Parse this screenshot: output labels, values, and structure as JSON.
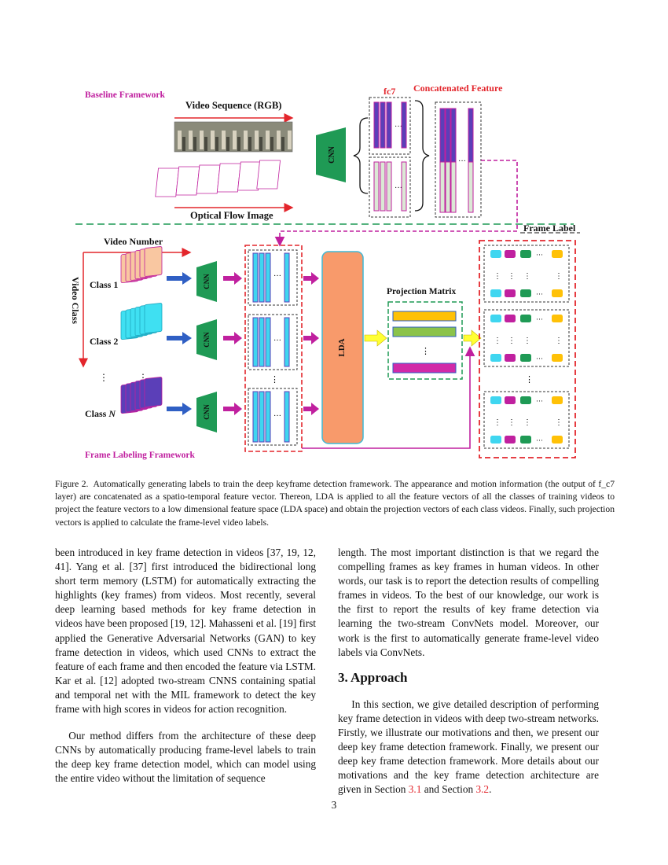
{
  "figure": {
    "baseline_title": "Baseline Framework",
    "video_seq_label": "Video Sequence (RGB)",
    "optical_flow_label": "Optical Flow Image",
    "cnn": "CNN",
    "fc7": "fc7",
    "concat_label": "Concatenated Feature",
    "video_number": "Video Number",
    "video_class": "Video Class",
    "frame_label": "Frame Label",
    "class1": "Class 1",
    "class2": "Class 2",
    "classN": "Class N",
    "lda": "LDA",
    "projection_matrix": "Projection Matrix",
    "labeling_title": "Frame Labeling Framework",
    "colors": {
      "magenta": "#c0209f",
      "red": "#e3262c",
      "green": "#1f9a55",
      "cyan": "#3fd6f0",
      "purple": "#5b3fb8",
      "peach": "#f9c7a1",
      "orange": "#f89a6b",
      "yellow": "#ffc107",
      "lightgreen": "#8bc34a"
    }
  },
  "caption": {
    "label": "Figure 2.",
    "text": "Automatically generating labels to train the deep keyframe detection framework. The appearance and motion information (the output of f_c7 layer) are concatenated as a spatio-temporal feature vector. Thereon, LDA is applied to all the feature vectors of all the classes of training videos to project the feature vectors to a low dimensional feature space (LDA space) and obtain the projection vectors of each class videos. Finally, such projection vectors is applied to calculate the frame-level video labels."
  },
  "left_column": {
    "p1": "been introduced in key frame detection in videos [37, 19, 12, 41]. Yang et al. [37] first introduced the bidirectional long short term memory (LSTM) for automatically extracting the highlights (key frames) from videos. Most recently, several deep learning based methods for key frame detection in videos have been proposed [19, 12]. Mahasseni et al. [19] first applied the Generative Adversarial Networks (GAN) to key frame detection in videos, which used CNNs to extract the feature of each frame and then encoded the feature via LSTM. Kar et al. [12] adopted two-stream CNNS containing spatial and temporal net with the MIL framework to detect the key frame with high scores in videos for action recognition.",
    "p2": "Our method differs from the architecture of these deep CNNs by automatically producing frame-level labels to train the deep key frame detection model, which can model using the entire video without the limitation of sequence"
  },
  "right_column": {
    "p1": "length. The most important distinction is that we regard the compelling frames as key frames in human videos. In other words, our task is to report the detection results of compelling frames in videos. To the best of our knowledge, our work is the first to report the results of key frame detection via learning the two-stream ConvNets model. Moreover, our work is the first to automatically generate frame-level video labels via ConvNets.",
    "section_title": "3. Approach",
    "section_text": "In this section, we give detailed description of performing key frame detection in videos with deep two-stream networks. Firstly, we illustrate our motivations and then, we present our deep key frame detection framework. Finally, we present our deep key frame detection framework. More details about our motivations and the key frame detection architecture are given in Section",
    "ref1": "3.1",
    "and": "and Section",
    "ref2": "3.2",
    "end": "."
  },
  "page_number": "3"
}
